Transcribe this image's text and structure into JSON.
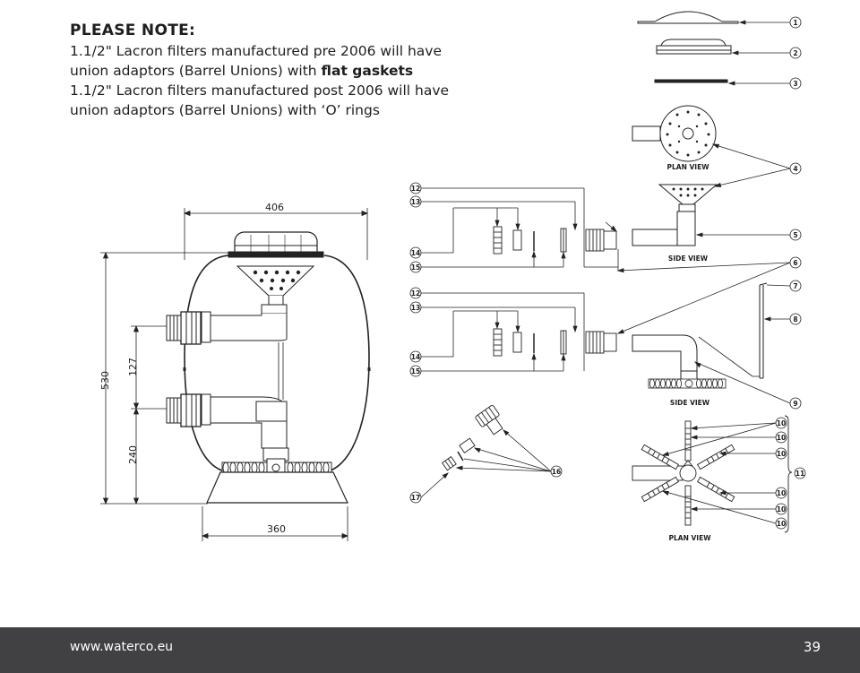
{
  "note": {
    "title": "PLEASE NOTE:",
    "line1": "1.1/2\" Lacron filters manufactured pre 2006 will have union adaptors (Barrel Unions) with ",
    "bold1": "flat gaskets",
    "line2": " 1.1/2\" Lacron filters manufactured post 2006 will have union adaptors (Barrel Unions) with ‘O’ rings"
  },
  "dimensions": {
    "top_width": "406",
    "height": "530",
    "upper_port": "127",
    "lower_port": "240",
    "base_width": "360"
  },
  "view_labels": {
    "plan_view_top": "PLAN VIEW",
    "side_view_mid": "SIDE VIEW",
    "side_view_low": "SIDE VIEW",
    "plan_view_bottom": "PLAN VIEW"
  },
  "callouts": {
    "c1": "1",
    "c2": "2",
    "c3": "3",
    "c4": "4",
    "c5": "5",
    "c6": "6",
    "c7": "7",
    "c8": "8",
    "c9": "9",
    "c10a": "10",
    "c10b": "10",
    "c10c": "10",
    "c10d": "10",
    "c10e": "10",
    "c10f": "10",
    "c11": "11",
    "c12a": "12",
    "c13a": "13",
    "c14a": "14",
    "c15a": "15",
    "c12b": "12",
    "c13b": "13",
    "c14b": "14",
    "c15b": "15",
    "c16": "16",
    "c17": "17"
  },
  "footer": {
    "url": "www.waterco.eu",
    "page": "39"
  }
}
